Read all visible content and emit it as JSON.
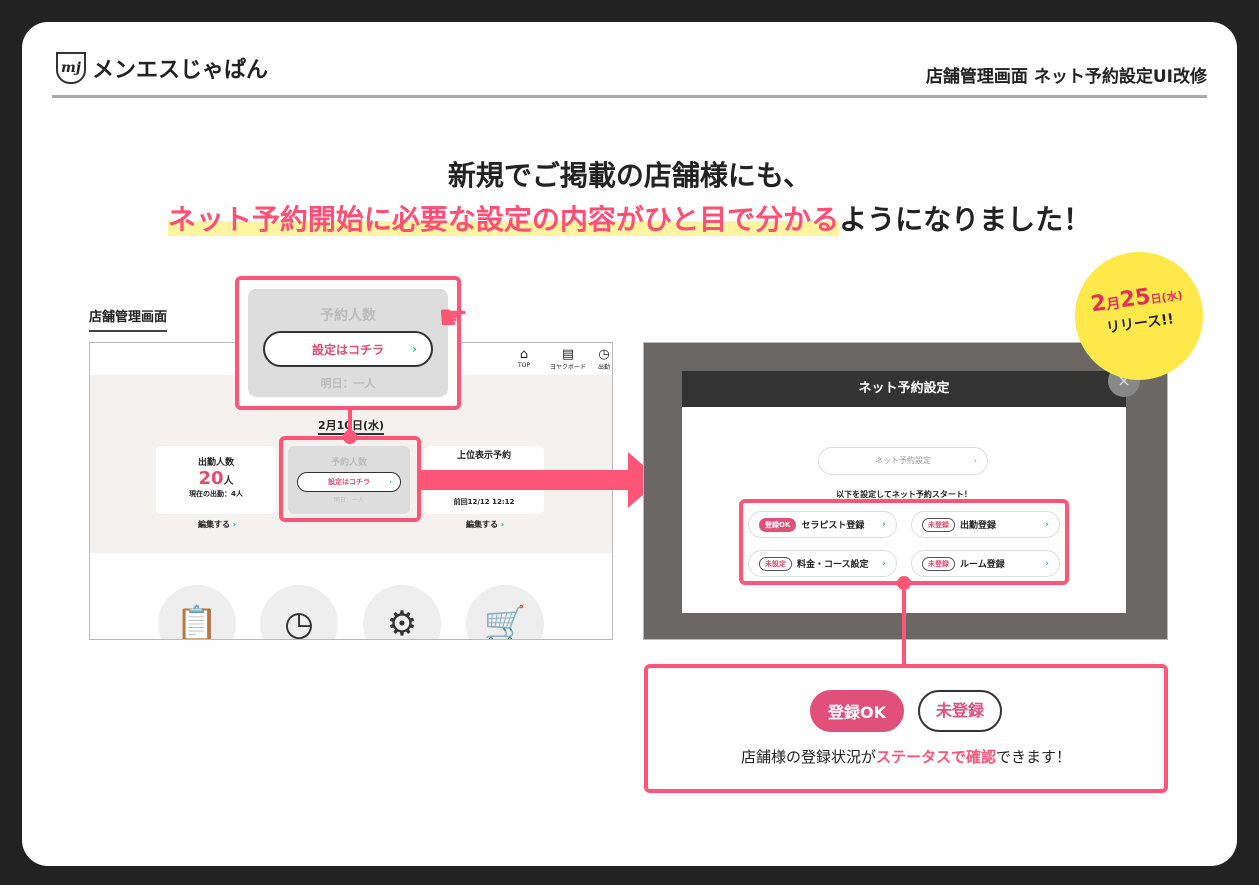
{
  "header": {
    "logo_text": "メンエスじゃぱん",
    "logo_mark": "mj",
    "title": "店舗管理画面 ネット予約設定UI改修"
  },
  "headline": {
    "line1": "新規でご掲載の店舗様にも、",
    "line2_highlight": "ネット予約開始に必要な設定の内容がひと目で分かる",
    "line2_rest": "ようになりました！"
  },
  "left": {
    "section_label": "店舗管理画面",
    "nav": [
      "TOP",
      "ヨヤクボード",
      "出勤"
    ],
    "date": "2月10日(水)",
    "tiles": [
      {
        "title": "出勤人数",
        "value": "20",
        "unit": "人",
        "sub": "現在の出勤：4人",
        "link": "編集する"
      },
      {
        "title": "予約人数",
        "button": "設定はコチラ",
        "sub": "明日：一人"
      },
      {
        "title": "上位表示予約",
        "sub": "前回12/12 12:12",
        "link": "編集する"
      }
    ],
    "callout": {
      "title": "予約人数",
      "button": "設定はコチラ",
      "sub": "明日：一人"
    }
  },
  "release": {
    "date_month": "2",
    "date_day": "25",
    "date_suffix": "日(水)",
    "label": "リリース!!",
    "month_unit": "月"
  },
  "modal": {
    "title": "ネット予約設定",
    "close": "×",
    "top_button": "ネット予約設定",
    "instruction": "以下を設定してネット予約スタート！",
    "items": [
      {
        "badge": "登録OK",
        "label": "セラピスト登録",
        "status": "ok"
      },
      {
        "badge": "未登録",
        "label": "出勤登録",
        "status": "ng"
      },
      {
        "badge": "未設定",
        "label": "料金・コース設定",
        "status": "ng"
      },
      {
        "badge": "未登録",
        "label": "ルーム登録",
        "status": "ng"
      }
    ]
  },
  "legend": {
    "ok": "登録OK",
    "ng": "未登録",
    "text_before": "店舗様の登録状況が",
    "text_highlight": "ステータスで確認",
    "text_after": "できます！"
  },
  "colors": {
    "accent": "#ff5577",
    "highlight": "#fff5a0",
    "release": "#ffe84a"
  }
}
